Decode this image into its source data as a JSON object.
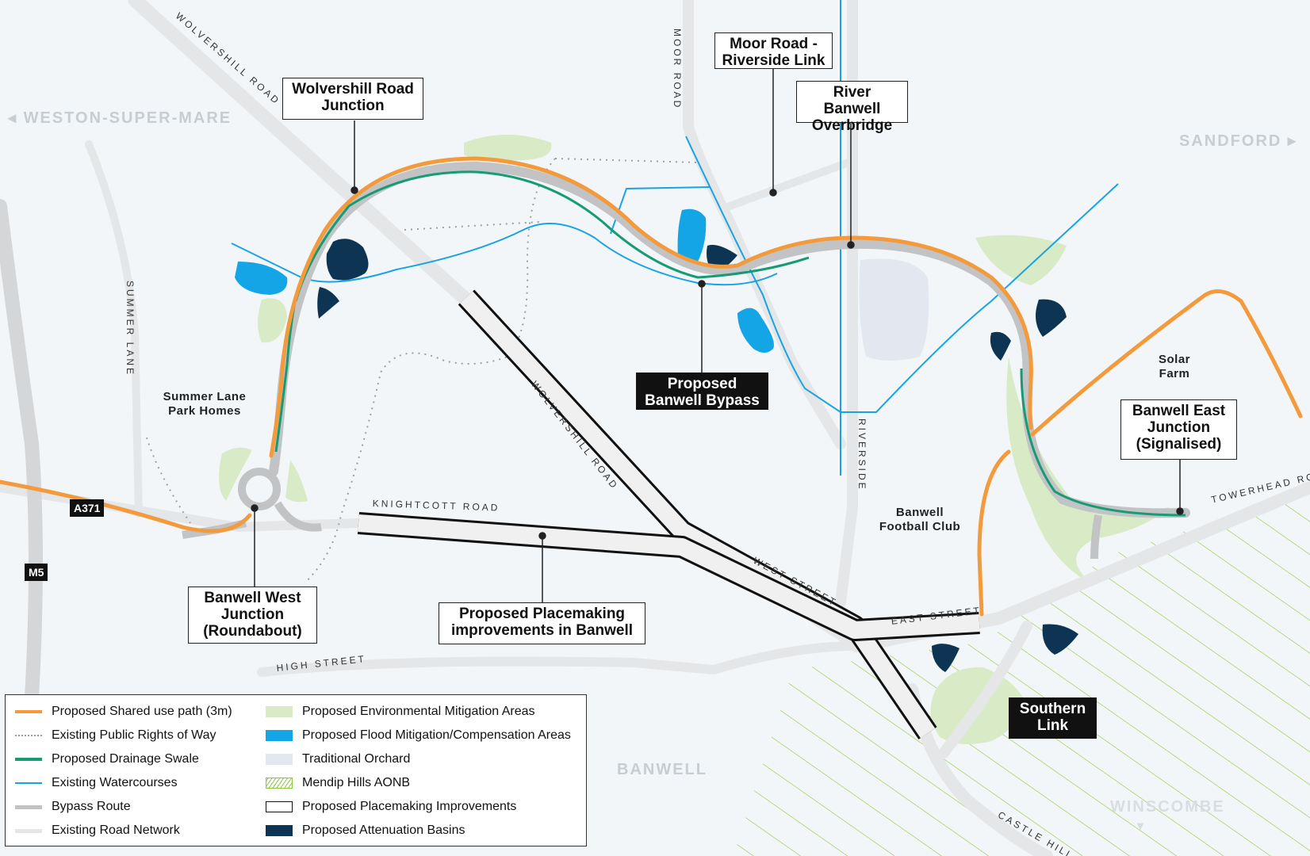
{
  "places": {
    "weston": "◂ WESTON-SUPER-MARE",
    "sandford": "SANDFORD ▸",
    "banwell": "BANWELL",
    "winscombe": "WINSCOMBE",
    "winscombe_arrow": "▾"
  },
  "roads": {
    "wolvershill_north": "WOLVERSHILL ROAD",
    "wolvershill_south": "WOLVERSHILL ROAD",
    "moor_road": "MOOR ROAD",
    "summer_lane": "SUMMER LANE",
    "knightcott": "KNIGHTCOTT ROAD",
    "west_street": "WEST STREET",
    "east_street": "EAST STREET",
    "high_street": "HIGH STREET",
    "riverside": "RIVERSIDE",
    "towerhead": "TOWERHEAD RO",
    "castle_hill": "CASTLE HILL",
    "a371": "A371",
    "m5": "M5"
  },
  "labels": {
    "summer_lane_park": "Summer Lane\nPark Homes",
    "football_club": "Banwell\nFootball Club",
    "solar_farm": "Solar\nFarm"
  },
  "callouts": {
    "wolvershill_junction": "Wolvershill Road\nJunction",
    "moor_road_link": "Moor Road -\nRiverside Link",
    "river_overbridge": "River Banwell\nOverbridge",
    "banwell_bypass": "Proposed\nBanwell Bypass",
    "east_junction": "Banwell East\nJunction\n(Signalised)",
    "west_junction": "Banwell West\nJunction\n(Roundabout)",
    "placemaking": "Proposed Placemaking\nimprovements in Banwell",
    "southern_link": "Southern\nLink"
  },
  "legend": {
    "items": [
      {
        "label": "Proposed Shared use path (3m)",
        "icon": "orange-line"
      },
      {
        "label": "Existing Public Rights of Way",
        "icon": "dotted-line"
      },
      {
        "label": "Proposed Drainage Swale",
        "icon": "green-line"
      },
      {
        "label": "Existing Watercourses",
        "icon": "blue-line"
      },
      {
        "label": "Bypass Route",
        "icon": "grey-line"
      },
      {
        "label": "Existing Road Network",
        "icon": "light-grey-line"
      },
      {
        "label": "Proposed Environmental Mitigation Areas",
        "icon": "light-green-fill"
      },
      {
        "label": "Proposed Flood Mitigation/Compensation Areas",
        "icon": "blue-fill"
      },
      {
        "label": "Traditional Orchard",
        "icon": "lavender-fill"
      },
      {
        "label": "Mendip Hills AONB",
        "icon": "hatched-fill"
      },
      {
        "label": "Proposed Placemaking Improvements",
        "icon": "outline-box"
      },
      {
        "label": "Proposed Attenuation Basins",
        "icon": "navy-fill"
      }
    ]
  },
  "colors": {
    "shared_path": "#f39a3c",
    "swale": "#179b73",
    "watercourse": "#1aa3e3",
    "bypass": "#c2c3c5",
    "road": "#e4e6e8",
    "mitigation": "#d9ebc6",
    "flood": "#14a5e6",
    "orchard": "#e3e8f0",
    "aonb": "#8cc63f",
    "basin": "#0d3553"
  }
}
